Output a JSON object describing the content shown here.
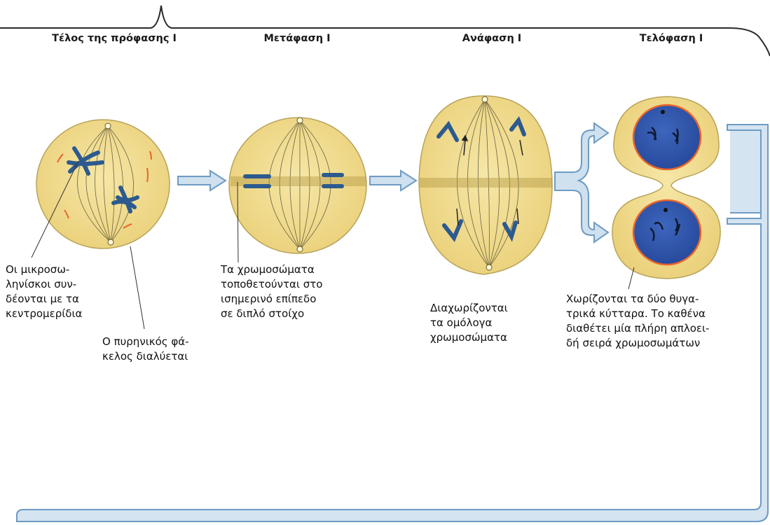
{
  "stages": [
    {
      "title": "Τέλος της πρόφασης Ι"
    },
    {
      "title": "Μετάφαση Ι"
    },
    {
      "title": "Ανάφαση Ι"
    },
    {
      "title": "Τελόφαση Ι"
    }
  ],
  "annotations": {
    "microtubules": "Οι μικροσω-\nληνίσκοι συν-\nδέονται με τα\nκεντρομερίδια",
    "nuclear_envelope": "Ο πυρηνικός φά-\nκελος διαλύεται",
    "metaphase": "Τα χρωμοσώματα\nτοποθετούνται στο\nισημερινό επίπεδο\nσε διπλό στοίχο",
    "anaphase": "Διαχωρίζονται\nτα ομόλογα\nχρωμοσώματα",
    "telophase": "Χωρίζονται τα δύο θυγα-\nτρικά κύτταρα. Το καθένα\nδιαθέτει μία πλήρη απλοει-\nδή σειρά χρωμοσωμάτων"
  },
  "colors": {
    "cell_fill": "#f3dd8c",
    "cell_outline": "#b8a35a",
    "chromosome": "#2d5a8e",
    "nucleus": "#2f55a8",
    "nuclear_membrane": "#e8652b",
    "arrow_fill": "#cfe0ee",
    "arrow_outline": "#6e9cc4",
    "frame": "#2a2a2a"
  }
}
